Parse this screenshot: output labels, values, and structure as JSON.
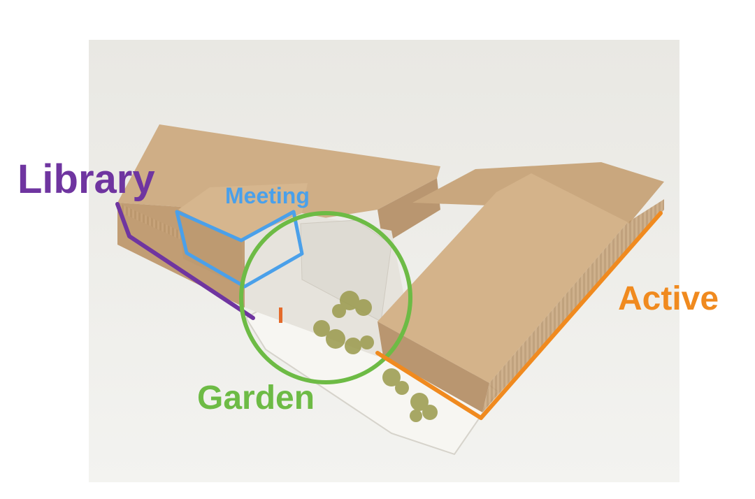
{
  "annotations": [
    {
      "id": "library",
      "text": "Library",
      "color": "#6f35a0"
    },
    {
      "id": "meeting",
      "text": "Meeting",
      "color": "#4aa0ea"
    },
    {
      "id": "garden",
      "text": "Garden",
      "color": "#6dbb45"
    },
    {
      "id": "active",
      "text": "Active",
      "color": "#f08a1f"
    }
  ],
  "photo": {
    "subject": "cardboard architectural model",
    "background_color": "#eeeeea",
    "cardboard_color": "#cfae86"
  }
}
